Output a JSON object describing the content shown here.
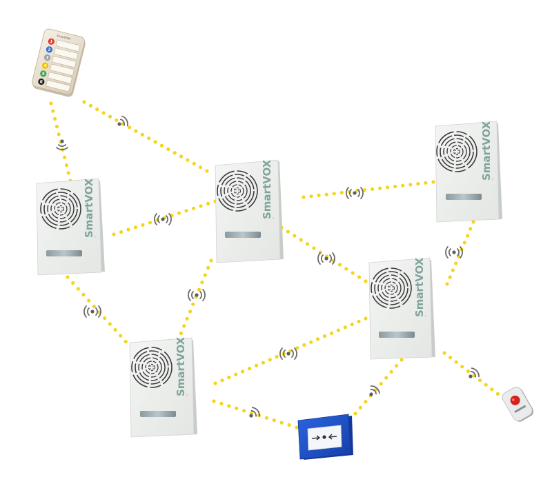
{
  "diagram": {
    "speakers": [
      {
        "id": "speaker-1",
        "brand": "SmartVOX",
        "trademark": "®"
      },
      {
        "id": "speaker-2",
        "brand": "SmartVOX",
        "trademark": "®"
      },
      {
        "id": "speaker-3",
        "brand": "SmartVOX",
        "trademark": "®"
      },
      {
        "id": "speaker-4",
        "brand": "SmartVOX",
        "trademark": "®"
      },
      {
        "id": "speaker-5",
        "brand": "SmartVOX",
        "trademark": "®"
      }
    ],
    "remote": {
      "brand": "SmartVOX",
      "keys": [
        {
          "num": "1",
          "color": "#e03a2e"
        },
        {
          "num": "2",
          "color": "#2f6fd1"
        },
        {
          "num": "3",
          "color": "#9aa0a6"
        },
        {
          "num": "4",
          "color": "#f2c200"
        },
        {
          "num": "5",
          "color": "#3aa64a"
        },
        {
          "num": "6",
          "color": "#222222"
        }
      ]
    },
    "devices": {
      "call_point": "blue manual call point",
      "panic_button": "red panic pendant"
    },
    "colors": {
      "link_dots": "#f4d51c",
      "wireless_icon": "#6a6a6a",
      "speaker_body": "#eef0ee",
      "brand_text": "#7fa49a",
      "call_point_blue": "#1f4fc9"
    }
  }
}
